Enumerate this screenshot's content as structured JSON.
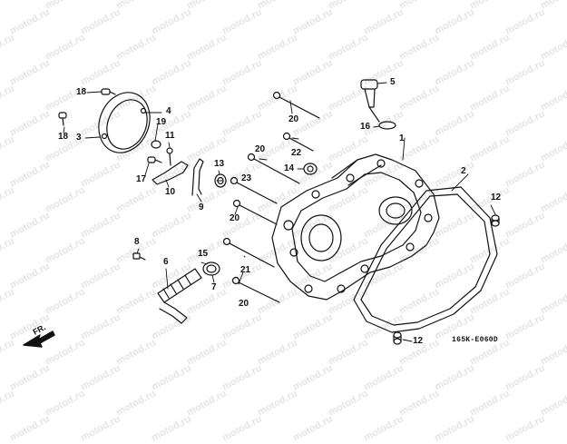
{
  "watermark": "motod.ru",
  "direction_label": "FR.",
  "diagram_code": "165K-E060D",
  "callouts": [
    "1",
    "2",
    "3",
    "4",
    "5",
    "6",
    "7",
    "8",
    "9",
    "10",
    "11",
    "12",
    "12",
    "13",
    "14",
    "15",
    "16",
    "17",
    "18",
    "18",
    "19",
    "20",
    "20",
    "20",
    "20",
    "21",
    "22",
    "23"
  ]
}
